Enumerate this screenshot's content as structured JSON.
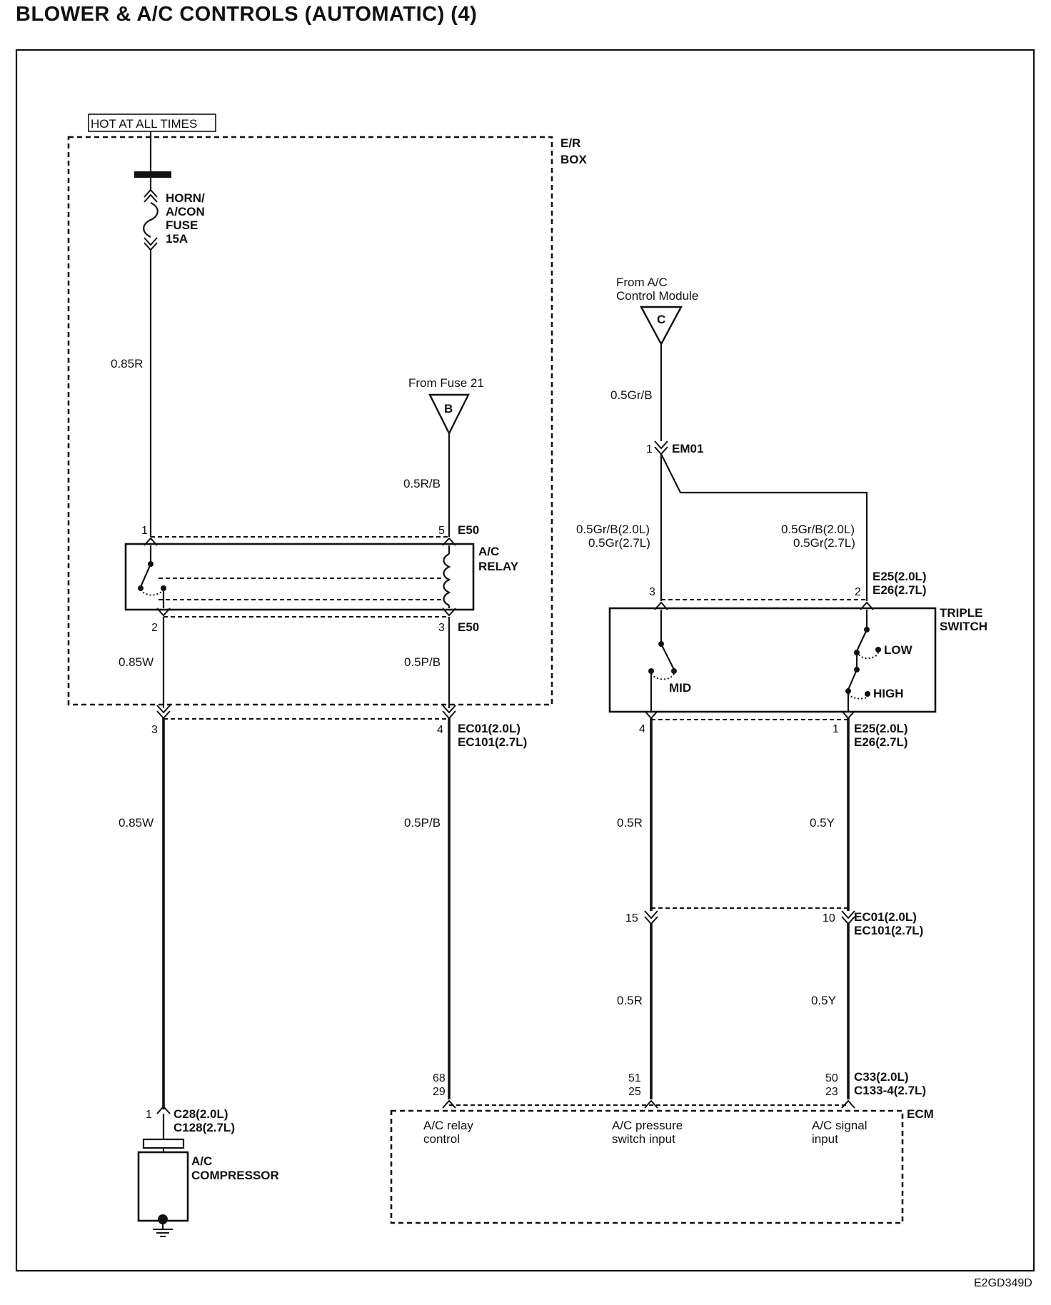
{
  "title": "BLOWER & A/C CONTROLS (AUTOMATIC) (4)",
  "figure_id": "E2GD349D",
  "power_source": "HOT AT ALL TIMES",
  "er_box": {
    "label_line1": "E/R",
    "label_line2": "BOX"
  },
  "fuse": {
    "line1": "HORN/",
    "line2": "A/CON",
    "line3": "FUSE",
    "line4": "15A"
  },
  "relay": {
    "line1": "A/C",
    "line2": "RELAY",
    "pin1": "1",
    "pin5": "5",
    "pin2": "2",
    "pin3": "3",
    "conn_top": "E50",
    "conn_bottom": "E50"
  },
  "fuse21": {
    "text": "From Fuse 21",
    "letter": "B"
  },
  "acmodule": {
    "line1": "From A/C",
    "line2": "Control Module",
    "letter": "C"
  },
  "wires": {
    "w085r": "0.85R",
    "w05rb": "0.5R/B",
    "w085w_a": "0.85W",
    "w05pb_a": "0.5P/B",
    "w085w_b": "0.85W",
    "w05pb_b": "0.5P/B",
    "w05grb": "0.5Gr/B",
    "w_left_1": "0.5Gr/B(2.0L)",
    "w_left_2": "0.5Gr(2.7L)",
    "w_right_1": "0.5Gr/B(2.0L)",
    "w_right_2": "0.5Gr(2.7L)",
    "w05r_a": "0.5R",
    "w05y_a": "0.5Y",
    "w05r_b": "0.5R",
    "w05y_b": "0.5Y"
  },
  "em01": {
    "pin": "1",
    "name": "EM01"
  },
  "triple": {
    "line1": "TRIPLE",
    "line2": "SWITCH",
    "pin3": "3",
    "pin2": "2",
    "pin4": "4",
    "pin1": "1",
    "top_conn_1": "E25(2.0L)",
    "top_conn_2": "E26(2.7L)",
    "bot_conn_1": "E25(2.0L)",
    "bot_conn_2": "E26(2.7L)",
    "mid": "MID",
    "low": "LOW",
    "high": "HIGH"
  },
  "ec01_top": {
    "pin3": "3",
    "pin4": "4",
    "line1": "EC01(2.0L)",
    "line2": "EC101(2.7L)"
  },
  "ec01_bottom": {
    "pin15": "15",
    "pin10": "10",
    "line1": "EC01(2.0L)",
    "line2": "EC101(2.7L)"
  },
  "ecm": {
    "label": "ECM",
    "pin_relay_a": "68",
    "pin_relay_b": "29",
    "pin_press_a": "51",
    "pin_press_b": "25",
    "pin_sig_a": "50",
    "pin_sig_b": "23",
    "conn_1": "C33(2.0L)",
    "conn_2": "C133-4(2.7L)",
    "relay_1": "A/C relay",
    "relay_2": "control",
    "press_1": "A/C pressure",
    "press_2": "switch input",
    "sig_1": "A/C signal",
    "sig_2": "input"
  },
  "compressor": {
    "pin": "1",
    "conn_1": "C28(2.0L)",
    "conn_2": "C128(2.7L)",
    "line1": "A/C",
    "line2": "COMPRESSOR"
  }
}
